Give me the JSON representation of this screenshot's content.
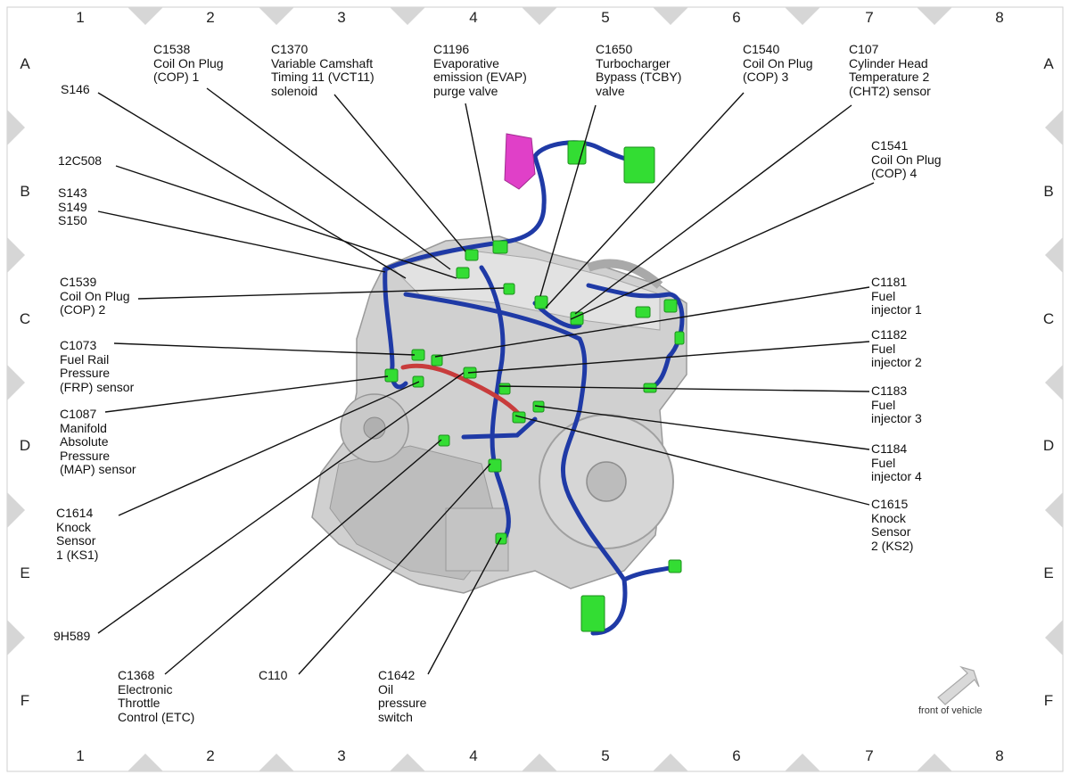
{
  "grid": {
    "columns": [
      "1",
      "2",
      "3",
      "4",
      "5",
      "6",
      "7",
      "8"
    ],
    "rows": [
      "A",
      "B",
      "C",
      "D",
      "E",
      "F"
    ]
  },
  "orientation_label": "front of vehicle",
  "colors": {
    "harness": "#1f3aa6",
    "connector": "#33dd33",
    "purge_valve": "#e040c8",
    "fuel_rail": "#c83c3c",
    "engine": "#c8c8c8",
    "border_marker": "#d6d6d6"
  },
  "callouts": [
    {
      "id": "s146",
      "text": "S146"
    },
    {
      "id": "c1538",
      "text": "C1538\nCoil On Plug\n(COP) 1"
    },
    {
      "id": "c1370",
      "text": "C1370\nVariable Camshaft\nTiming 11 (VCT11)\nsolenoid"
    },
    {
      "id": "c1196",
      "text": "C1196\nEvaporative\nemission (EVAP)\npurge valve"
    },
    {
      "id": "c1650",
      "text": "C1650\nTurbocharger\nBypass (TCBY)\nvalve"
    },
    {
      "id": "c1540",
      "text": "C1540\nCoil On Plug\n(COP) 3"
    },
    {
      "id": "c107",
      "text": "C107\nCylinder Head\nTemperature 2\n(CHT2) sensor"
    },
    {
      "id": "c12c508",
      "text": "12C508"
    },
    {
      "id": "s143",
      "text": "S143\nS149\nS150"
    },
    {
      "id": "c1541",
      "text": "C1541\nCoil On Plug\n(COP) 4"
    },
    {
      "id": "c1539",
      "text": "C1539\nCoil On Plug\n(COP) 2"
    },
    {
      "id": "c1181",
      "text": "C1181\nFuel\ninjector 1"
    },
    {
      "id": "c1073",
      "text": "C1073\nFuel Rail\nPressure\n(FRP) sensor"
    },
    {
      "id": "c1182",
      "text": "C1182\nFuel\ninjector 2"
    },
    {
      "id": "c1183",
      "text": "C1183\nFuel\ninjector 3"
    },
    {
      "id": "c1087",
      "text": "C1087\nManifold\nAbsolute\nPressure\n(MAP) sensor"
    },
    {
      "id": "c1184",
      "text": "C1184\nFuel\ninjector 4"
    },
    {
      "id": "c1614",
      "text": "C1614\nKnock\nSensor\n1 (KS1)"
    },
    {
      "id": "c1615",
      "text": "C1615\nKnock\nSensor\n2 (KS2)"
    },
    {
      "id": "c9h589",
      "text": "9H589"
    },
    {
      "id": "c1368",
      "text": "C1368\nElectronic\nThrottle\nControl (ETC)"
    },
    {
      "id": "c110",
      "text": "C110"
    },
    {
      "id": "c1642",
      "text": "C1642\nOil\npressure\nswitch"
    }
  ]
}
